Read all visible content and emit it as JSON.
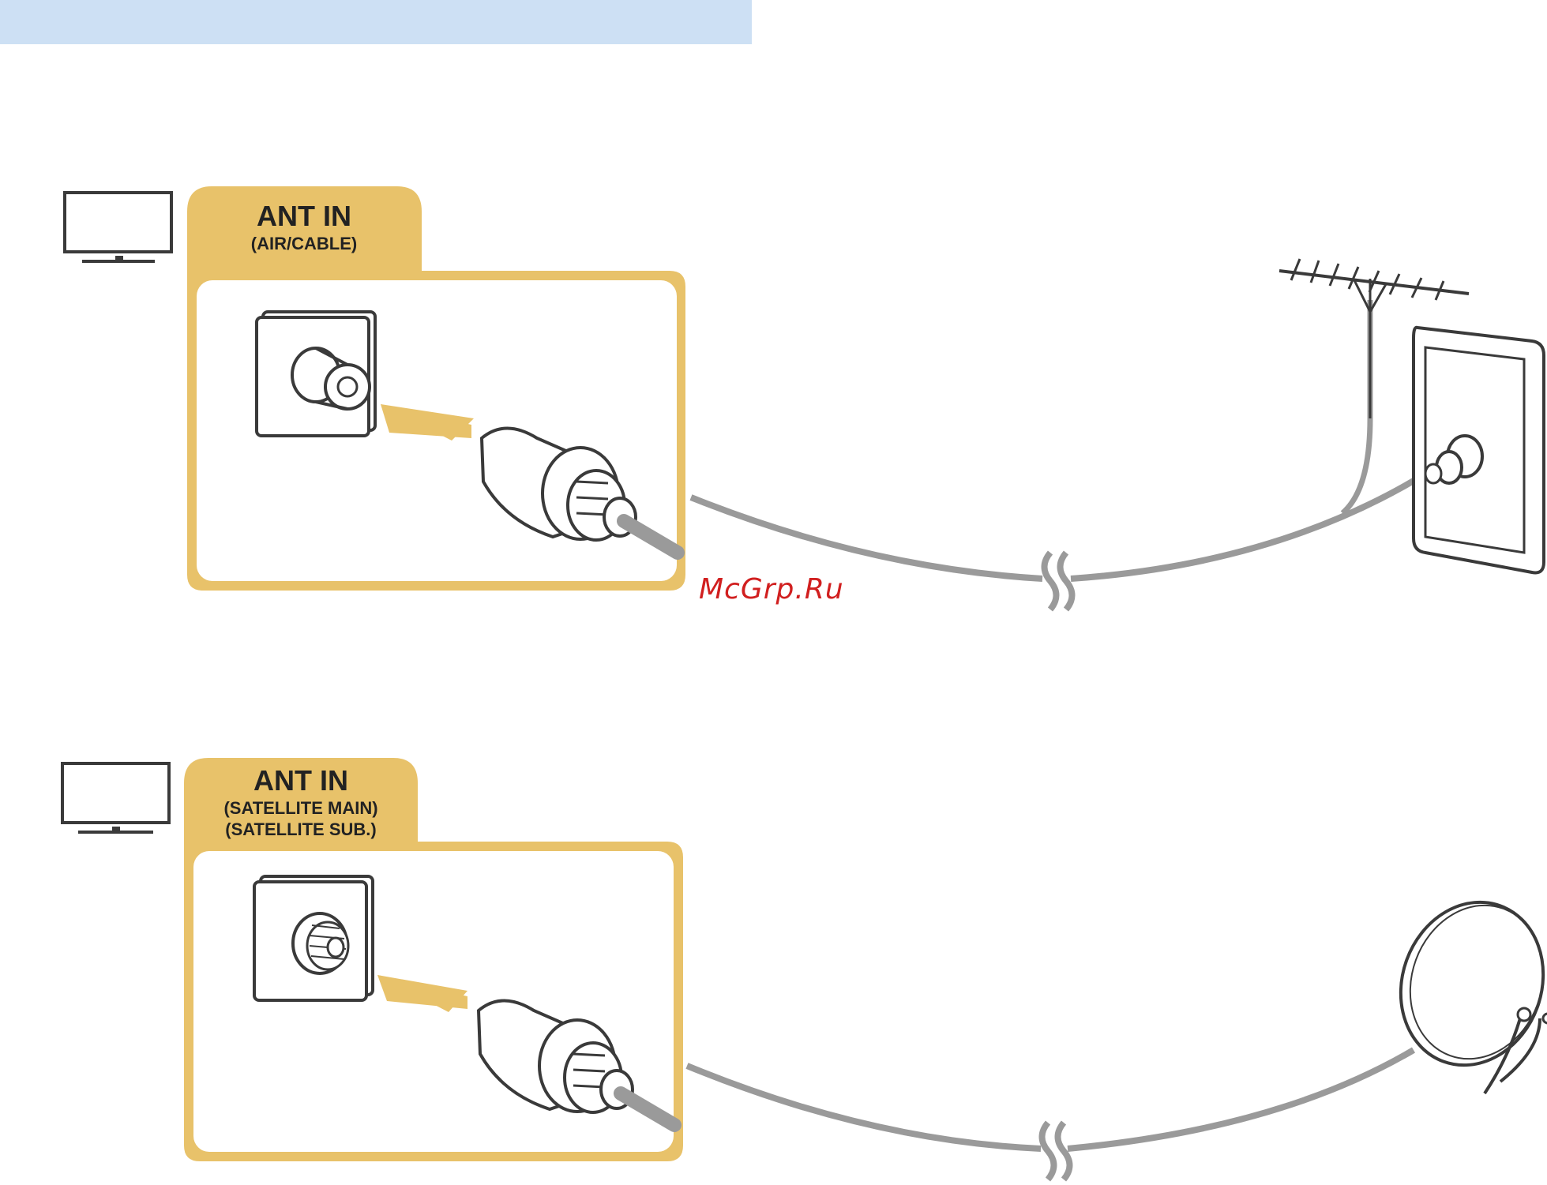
{
  "header": {
    "bar_color": "#cde0f4"
  },
  "colors": {
    "accent": "#e8c26a",
    "cable": "#9a9a9a",
    "outline": "#3a3a3a"
  },
  "connection_1": {
    "tab_title": "ANT IN",
    "tab_subtitle": "(AIR/CABLE)",
    "source_icon": "terrestrial-antenna-icon"
  },
  "connection_2": {
    "tab_title": "ANT IN",
    "tab_subtitle_line1": "(SATELLITE MAIN)",
    "tab_subtitle_line2": "(SATELLITE SUB.)",
    "source_icon": "satellite-dish-icon"
  },
  "watermark": {
    "text": "McGrp.Ru"
  }
}
